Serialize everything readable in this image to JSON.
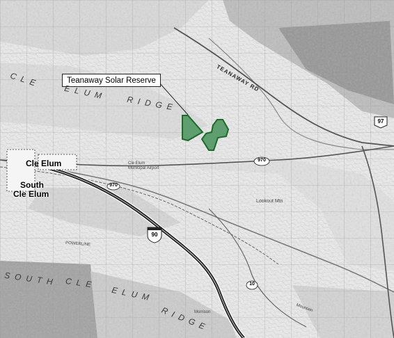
{
  "callout": {
    "label": "Teanaway Solar Reserve"
  },
  "towns": {
    "cle_elum": "Cle Elum",
    "south_cle_elum_1": "South",
    "south_cle_elum_2": "Cle Elum"
  },
  "ridges": {
    "cle_elum_ridge_1": "CLE",
    "cle_elum_ridge_2": "ELUM",
    "cle_elum_ridge_3": "RIDGE",
    "south_ridge_1": "SOUTH",
    "south_ridge_2": "CLE",
    "south_ridge_3": "ELUM",
    "south_ridge_4": "RIDGE"
  },
  "roads": {
    "teanaway_rd": "TEANAWAY RD",
    "lookout_mtn": "Lookout Mtn",
    "cle_elum_airport_1": "Cle Elum",
    "cle_elum_airport_2": "Municipal Airport",
    "powerline": "POWERLINE",
    "mountain": "Mountain",
    "morrison": "Morrison"
  },
  "shields": {
    "i90": "90",
    "sr970_a": "970",
    "sr970_b": "970",
    "sr10": "10",
    "us97": "97"
  },
  "colors": {
    "solar_fill": "#5f9e6e",
    "solar_stroke": "#1d6b2a",
    "highway": "#222222",
    "relief_dark": "#8a8a8a"
  }
}
